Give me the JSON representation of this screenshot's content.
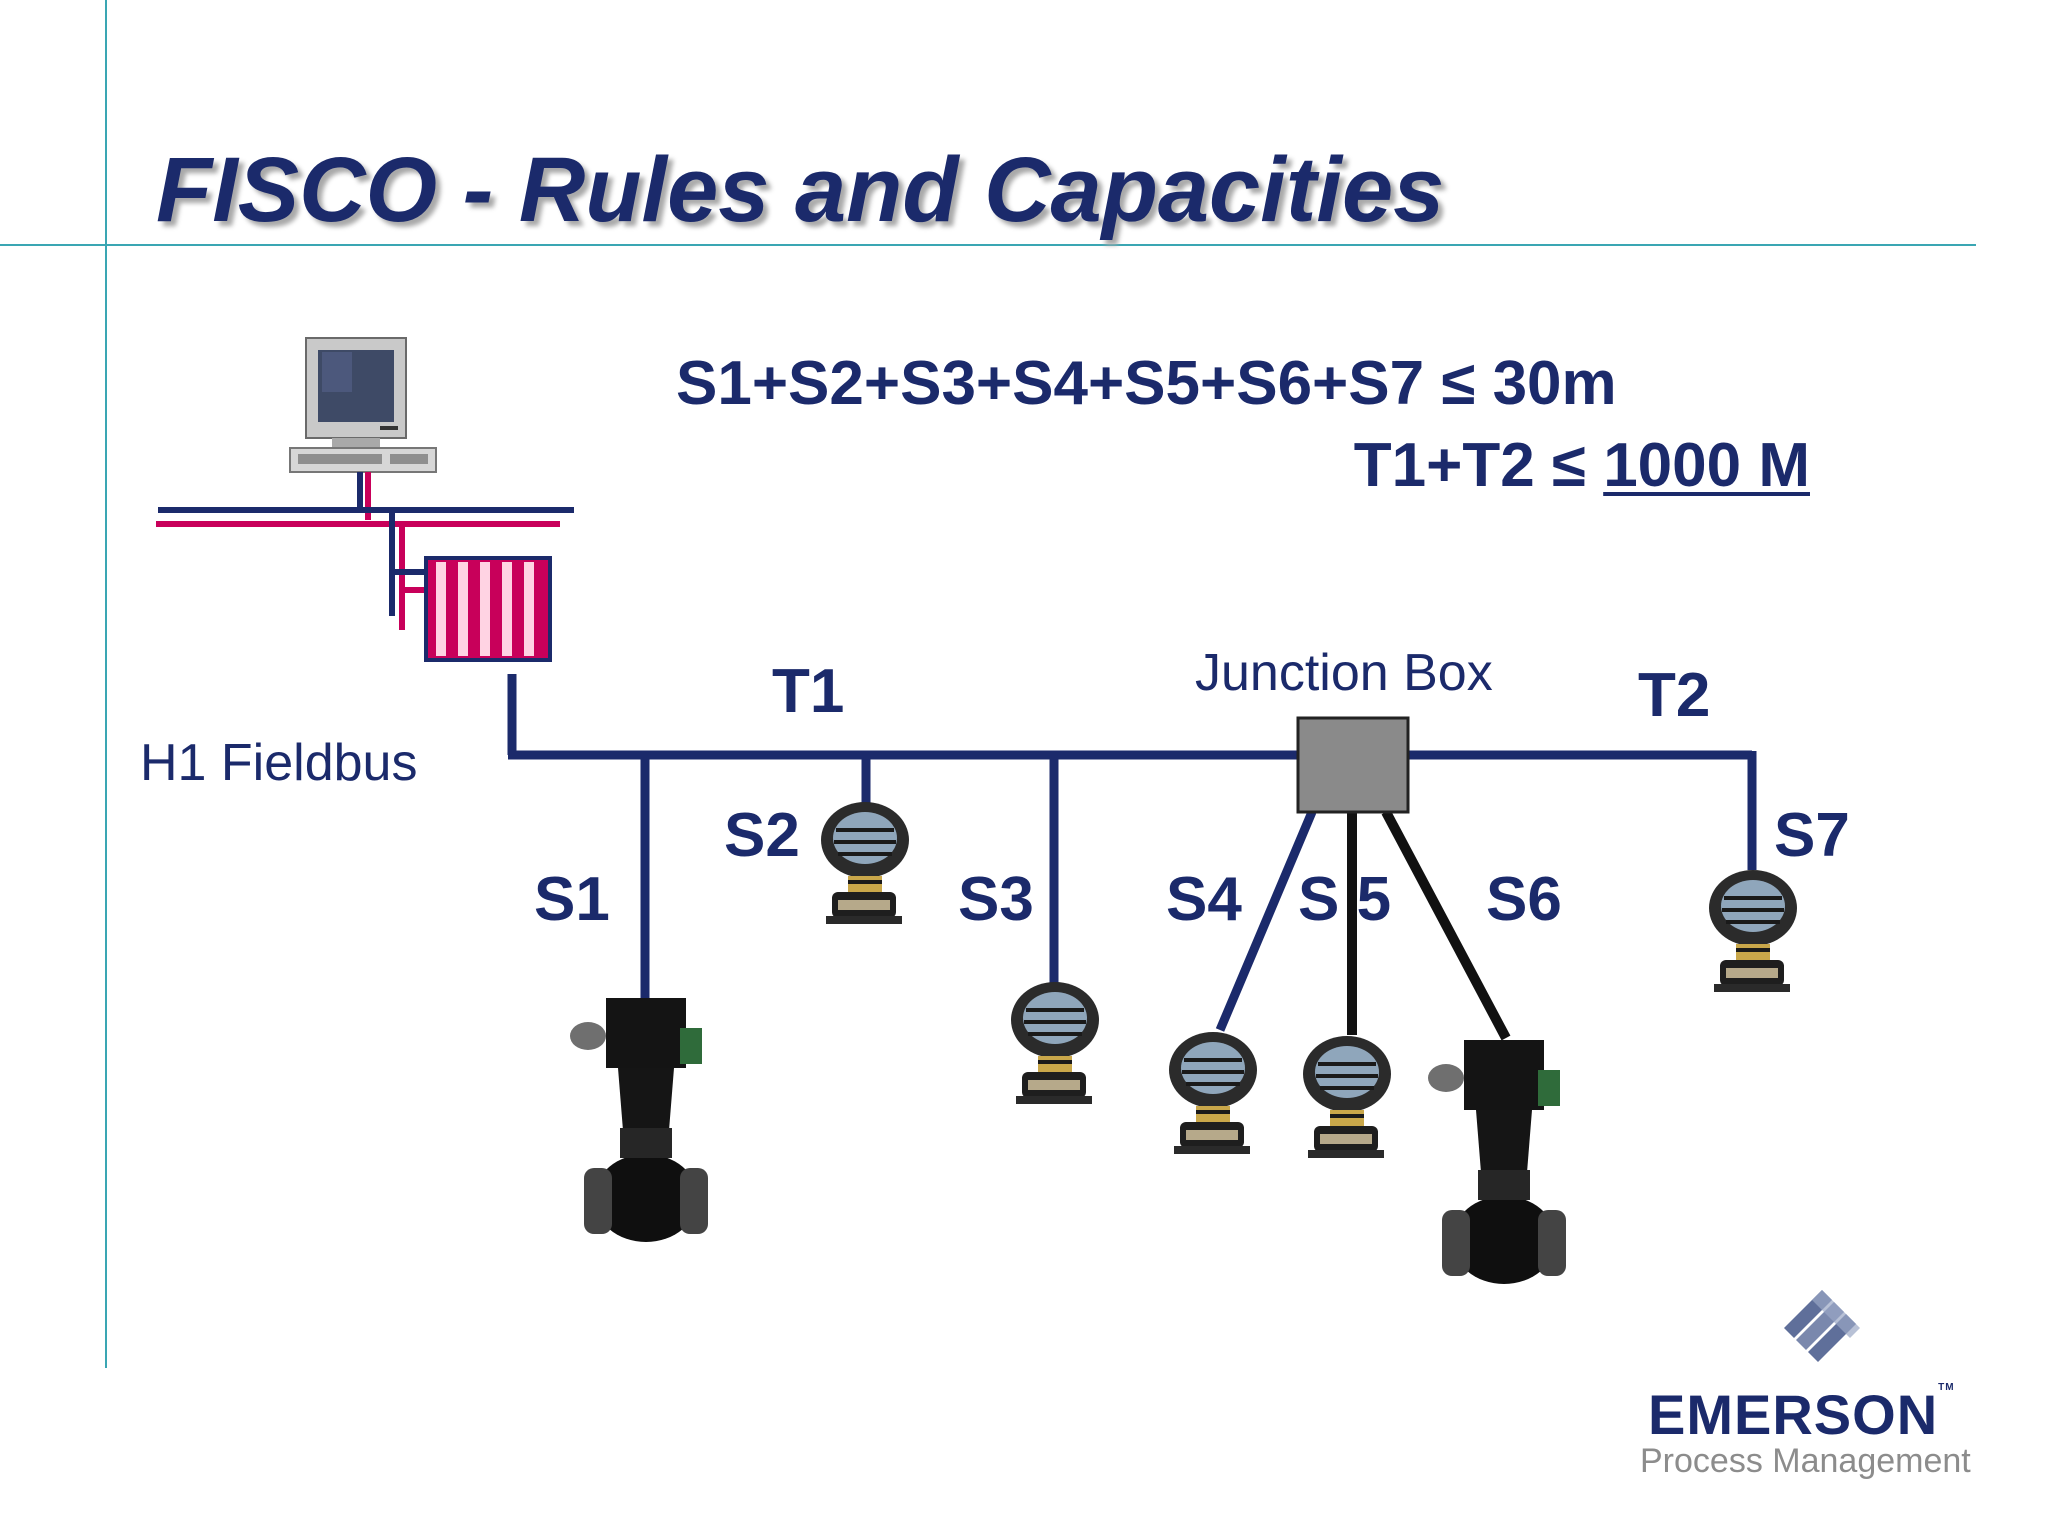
{
  "slide": {
    "title": "FISCO - Rules and Capacities",
    "formula_spurs": "S1+S2+S3+S4+S5+S6+S7 ≤ 30m",
    "formula_trunk_prefix": "T1+T2 ≤ ",
    "formula_trunk_value": "1000 M"
  },
  "diagram": {
    "fieldbus_label": "H1 Fieldbus",
    "junction_box_label": "Junction Box",
    "trunk_labels": {
      "t1": "T1",
      "t2": "T2"
    },
    "spur_labels": {
      "s1": "S1",
      "s2": "S2",
      "s3": "S3",
      "s4": "S4",
      "s5": "S 5",
      "s6": "S6",
      "s7": "S7"
    },
    "colors": {
      "bus_navy": "#1b2a6b",
      "bus_magenta": "#c8005a",
      "junction_box": "#8a8a8a",
      "accent_teal": "#3aa6b3"
    }
  },
  "logo": {
    "company": "EMERSON",
    "tm": "TM",
    "division": "Process Management"
  }
}
